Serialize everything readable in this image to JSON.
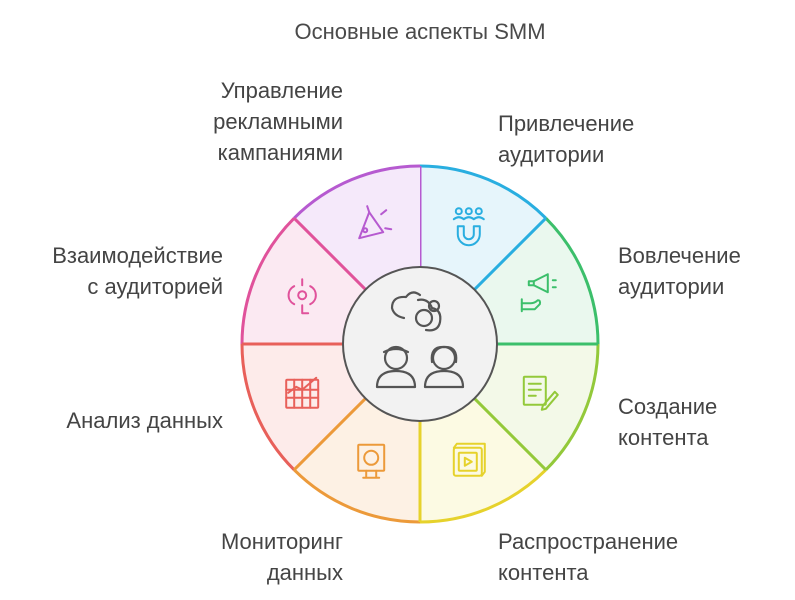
{
  "title": "Основные аспекты SMM",
  "segments": [
    {
      "id": "attraction",
      "label": [
        "Привлечение",
        "аудитории"
      ],
      "color": "#29aee0",
      "fill": "#e6f5fb",
      "icon": "magnet-people-icon"
    },
    {
      "id": "engagement",
      "label": [
        "Вовлечение",
        "аудитории"
      ],
      "color": "#3cbf6b",
      "fill": "#eaf8ee",
      "icon": "megaphone-hand-icon"
    },
    {
      "id": "content-creation",
      "label": [
        "Создание",
        "контента"
      ],
      "color": "#93c93a",
      "fill": "#f3f9e8",
      "icon": "document-pen-icon"
    },
    {
      "id": "content-distribution",
      "label": [
        "Распространение",
        "контента"
      ],
      "color": "#e6d22c",
      "fill": "#fcfae3",
      "icon": "video-box-icon"
    },
    {
      "id": "data-monitoring",
      "label": [
        "Мониторинг",
        "данных"
      ],
      "color": "#ec9a3a",
      "fill": "#fdf1e4",
      "icon": "monitor-camera-icon"
    },
    {
      "id": "data-analysis",
      "label": [
        "Анализ данных"
      ],
      "color": "#e8605a",
      "fill": "#fdebea",
      "icon": "chart-grid-icon"
    },
    {
      "id": "audience-interaction",
      "label": [
        "Взаимодействие",
        "с аудиторией"
      ],
      "color": "#e0529b",
      "fill": "#fbe9f2",
      "icon": "interaction-icon"
    },
    {
      "id": "ad-campaigns",
      "label": [
        "Управление",
        "рекламными",
        "кампаниями"
      ],
      "color": "#b65ad0",
      "fill": "#f5e9fa",
      "icon": "megaphone-sparkle-icon"
    }
  ],
  "center": {
    "icon": "people-link-icon"
  }
}
